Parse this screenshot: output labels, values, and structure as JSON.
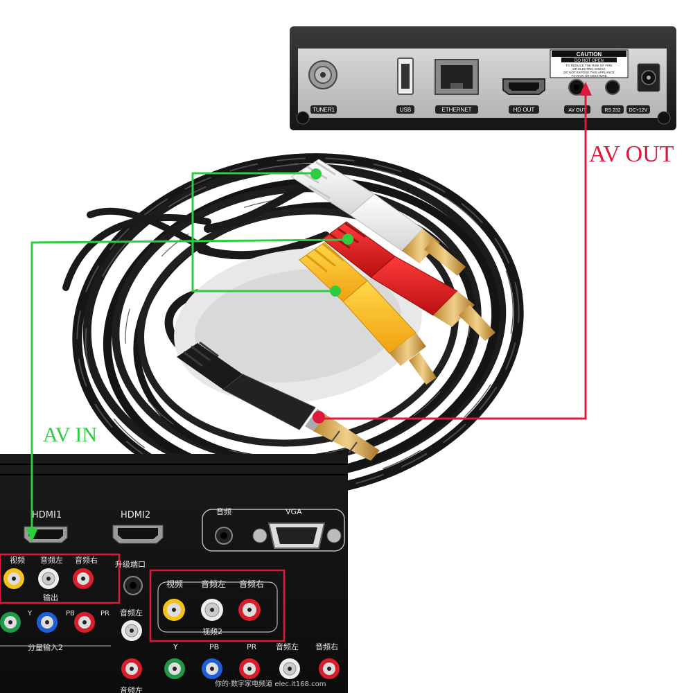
{
  "annotations": {
    "av_out": "AV OUT",
    "av_in": "AV IN"
  },
  "stb_back": {
    "ports": {
      "tuner": "TUNER1",
      "usb": "USB",
      "ethernet": "ETHERNET",
      "hdout": "HD OUT",
      "avout": "AV OUT",
      "rs232": "RS 232",
      "dc": "DC+12V"
    },
    "caution": {
      "title": "CAUTION",
      "subtitle": "DO NOT OPEN",
      "line1": "TO REDUCE THE RISK OF FIRE",
      "line2": "OR ELECTRIC SHOCK",
      "line3": "DO NOT EXPOSE THIS APPLANCE",
      "line4": "TO RAIN OR MOISTURE"
    }
  },
  "tv_panel": {
    "hdmi1": "HDMI1",
    "hdmi2": "HDMI2",
    "audio": "音频",
    "vga": "VGA",
    "upgrade": "升级端口",
    "out_group": {
      "video": "视频",
      "audio_l": "音频左",
      "audio_r": "音频右",
      "caption": "输出"
    },
    "in_group": {
      "video": "视频",
      "audio_l": "音频左",
      "audio_r": "音频右",
      "caption": "视频2"
    },
    "component": {
      "y": "Y",
      "pb": "PB",
      "pr": "PR",
      "caption": "分量输入2",
      "audio_l": "音频左",
      "audio_r": "音频右",
      "audio_l2": "音频左"
    },
    "watermark": "你的·数字家电频道 elec.it168.com"
  },
  "colors": {
    "out_arrow": "#e0183c",
    "in_arrow": "#2ecc40",
    "plug_white": "#f1f1f1",
    "plug_red": "#e31b1b",
    "plug_yellow": "#f5c21a"
  }
}
